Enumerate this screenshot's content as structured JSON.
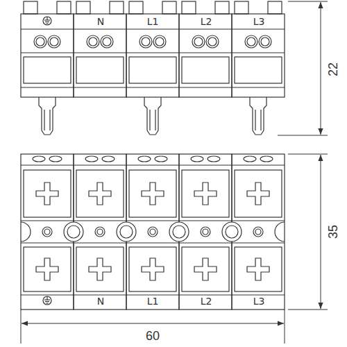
{
  "diagram": {
    "labels": [
      "N",
      "L1",
      "L2",
      "L3",
      "22",
      "35",
      "N",
      "L1",
      "L2",
      "L3",
      "60"
    ]
  }
}
